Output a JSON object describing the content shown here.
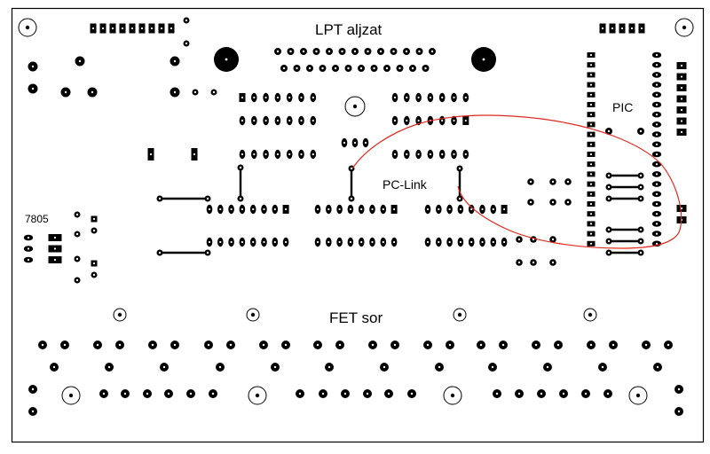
{
  "labels": {
    "lpt": "LPT aljzat",
    "pc_link": "PC-Link",
    "pic": "PIC",
    "regulator": "7805",
    "fet": "FET sor"
  },
  "colors": {
    "copper": "#000000",
    "background": "#ffffff",
    "annotation": "#e0281e"
  }
}
